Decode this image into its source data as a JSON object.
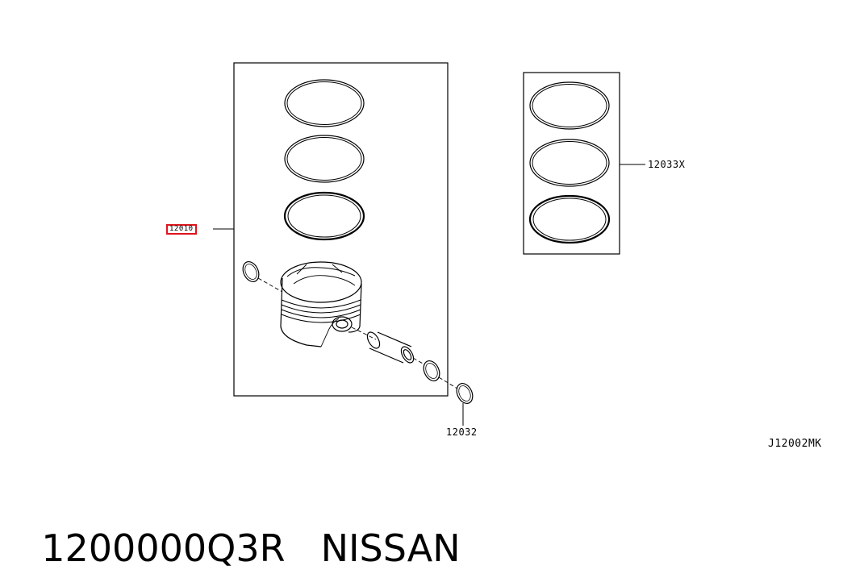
{
  "callouts": {
    "piston_assembly": "12010",
    "ring_set": "12033X",
    "snap_ring": "12032",
    "diagram_code": "J12002MK"
  },
  "caption": {
    "part_number": "1200000Q3R",
    "brand": "NISSAN"
  },
  "colors": {
    "highlight": "#e0141c",
    "line": "#000000"
  }
}
